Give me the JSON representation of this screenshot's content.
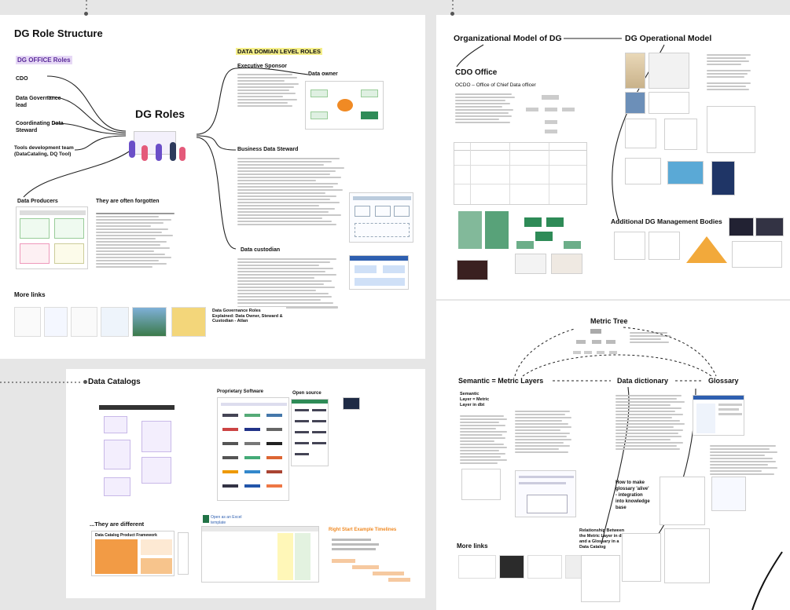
{
  "boards": {
    "dg_roles": {
      "title": "DG Role Structure",
      "office_chip": "DG OFFICE Roles",
      "roles": [
        "CDO",
        "Data Governance lead",
        "Coordinating Data Steward",
        "Tools development team (DataCataling, DQ Tool)"
      ],
      "center": "DG Roles",
      "domain_title": "DATA DOMIAN LEVEL ROLES",
      "exec_sponsor": "Executive Sponsor",
      "data_owner": "Data owner",
      "business_steward": "Business Data Steward",
      "custodian": "Data custodian",
      "producers": "Data Producers",
      "forgotten": "They are often forgotten",
      "more_links": "More links",
      "link_card_title": "Data Governance Roles Explained: Data Owner, Steward & Custodian - Atlan"
    },
    "org_model": {
      "title": "Organizational Model of DG",
      "ops_title": "DG Operational Model",
      "cdo_office": "CDO Office",
      "ocdo": "OCDO – Office of Chief Data officer",
      "additional": "Additional DG Management Bodies"
    },
    "catalogs": {
      "title": "Data Catalogs",
      "proprietary": "Proprietary Software",
      "open_source": "Open source",
      "different": "...They are different",
      "framework": "Data Catalog Product Framework",
      "right_start": "Right Start Example Timelines",
      "open_template": "Open as an Excel template"
    },
    "metric": {
      "metric_tree": "Metric Tree",
      "semantic": "Semantic = Metric Layers",
      "dictionary": "Data dictionary",
      "glossary": "Glossary",
      "semantic_layer": "Semantic Layer = Metric Layer in dbt",
      "make_glossary": "How to make glossary 'alive' - integration into knowledge base",
      "relationship": "Relationship Between the Metric Layer in dbt and a Glossary in a Data Catalog",
      "more_links": "More links"
    }
  },
  "colors": {
    "canvas": "#e6e6e6",
    "board": "#ffffff",
    "chip_bg": "#e6d8f5",
    "highlight": "#f5ef8a",
    "accent_blue": "#2e5fb0"
  }
}
